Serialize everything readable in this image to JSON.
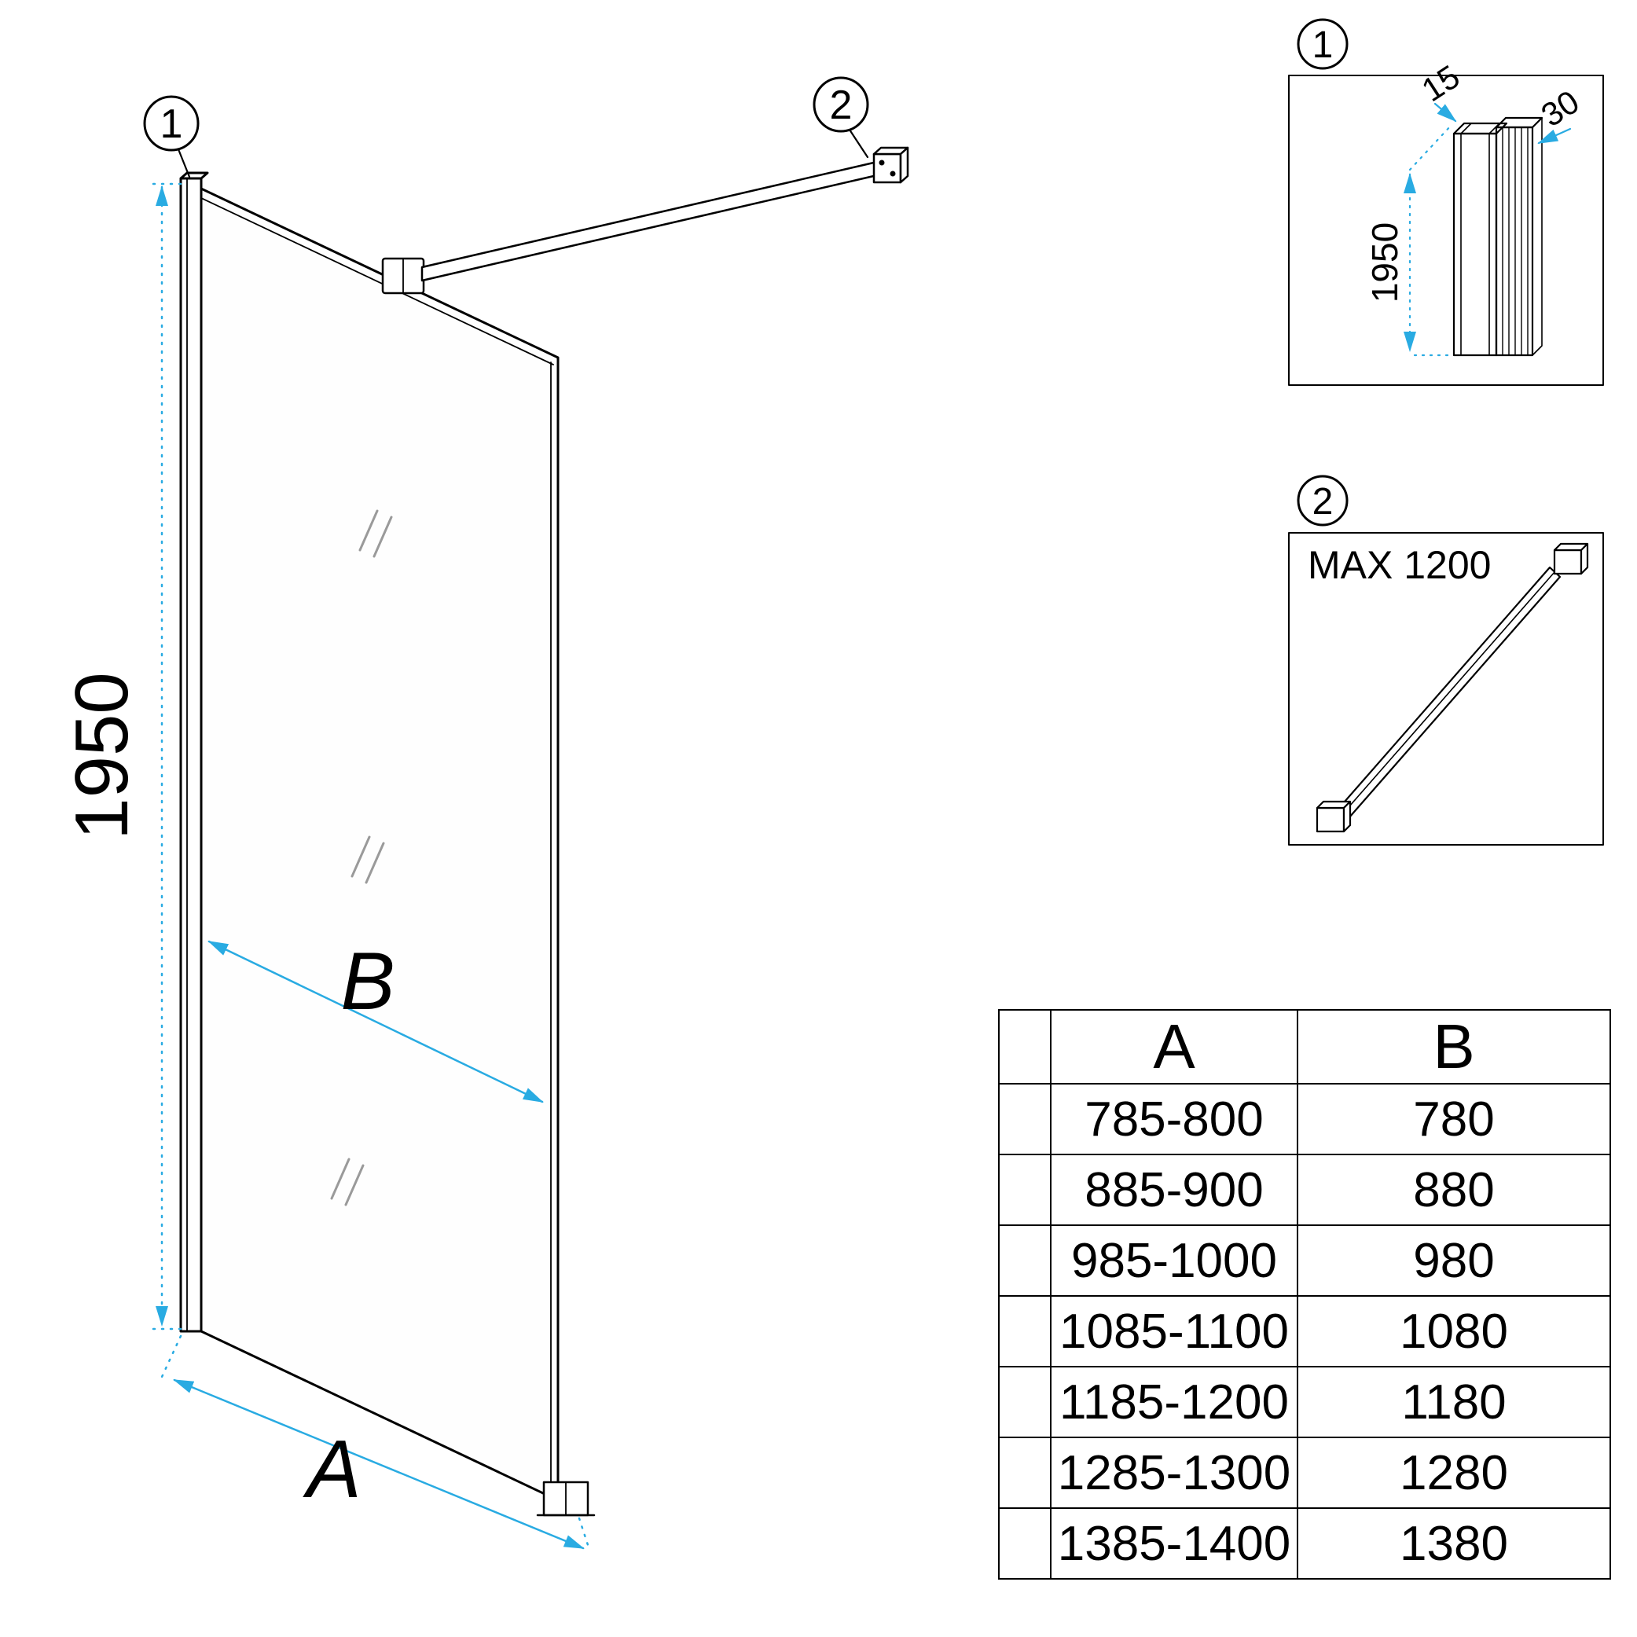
{
  "colors": {
    "line": "#000000",
    "dimension": "#29ABE2",
    "background": "#FFFFFF",
    "shine": "#9A9A9A"
  },
  "main_diagram": {
    "callout_1": "1",
    "callout_2": "2",
    "height_label": "1950",
    "width_b_label": "B",
    "width_a_label": "A"
  },
  "detail_1": {
    "callout": "1",
    "dim_width": "15",
    "dim_depth": "30",
    "dim_height": "1950"
  },
  "detail_2": {
    "callout": "2",
    "max_label": "MAX 1200"
  },
  "size_table": {
    "col_a": "A",
    "col_b": "B",
    "rows": [
      {
        "a": "785-800",
        "b": "780"
      },
      {
        "a": "885-900",
        "b": "880"
      },
      {
        "a": "985-1000",
        "b": "980"
      },
      {
        "a": "1085-1100",
        "b": "1080"
      },
      {
        "a": "1185-1200",
        "b": "1180"
      },
      {
        "a": "1285-1300",
        "b": "1280"
      },
      {
        "a": "1385-1400",
        "b": "1380"
      }
    ]
  }
}
